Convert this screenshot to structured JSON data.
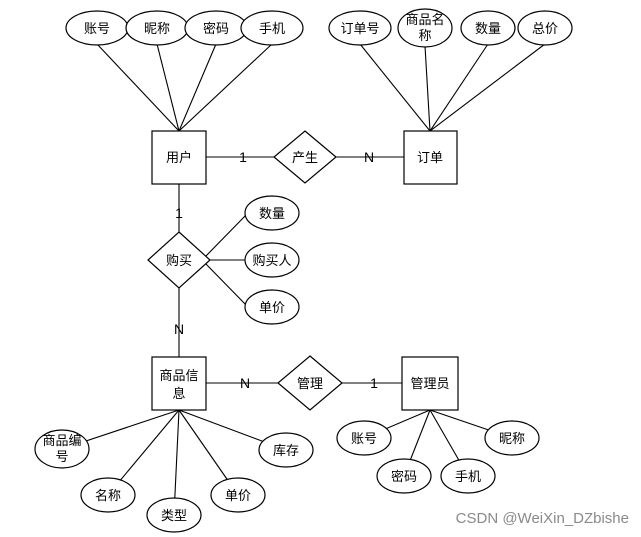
{
  "entities": {
    "user": "用户",
    "order": "订单",
    "product": [
      "商品信",
      "息"
    ],
    "admin": "管理员"
  },
  "relationships": {
    "produce": "产生",
    "purchase": "购买",
    "manage": "管理"
  },
  "attributes": {
    "user_account": "账号",
    "user_nickname": "昵称",
    "user_password": "密码",
    "user_phone": "手机",
    "order_no": "订单号",
    "order_product_name": [
      "商品名",
      "称"
    ],
    "order_quantity": "数量",
    "order_total": "总价",
    "purchase_quantity": "数量",
    "purchase_buyer": "购买人",
    "purchase_price": "单价",
    "product_no": [
      "商品编",
      "号"
    ],
    "product_name": "名称",
    "product_type": "类型",
    "product_price": "单价",
    "product_stock": "库存",
    "admin_account": "账号",
    "admin_nickname": "昵称",
    "admin_password": "密码",
    "admin_phone": "手机"
  },
  "cardinalities": {
    "user_produce": "1",
    "produce_order": "N",
    "user_purchase": "1",
    "purchase_product": "N",
    "product_manage": "N",
    "manage_admin": "1"
  },
  "watermark": "CSDN @WeiXin_DZbishe"
}
